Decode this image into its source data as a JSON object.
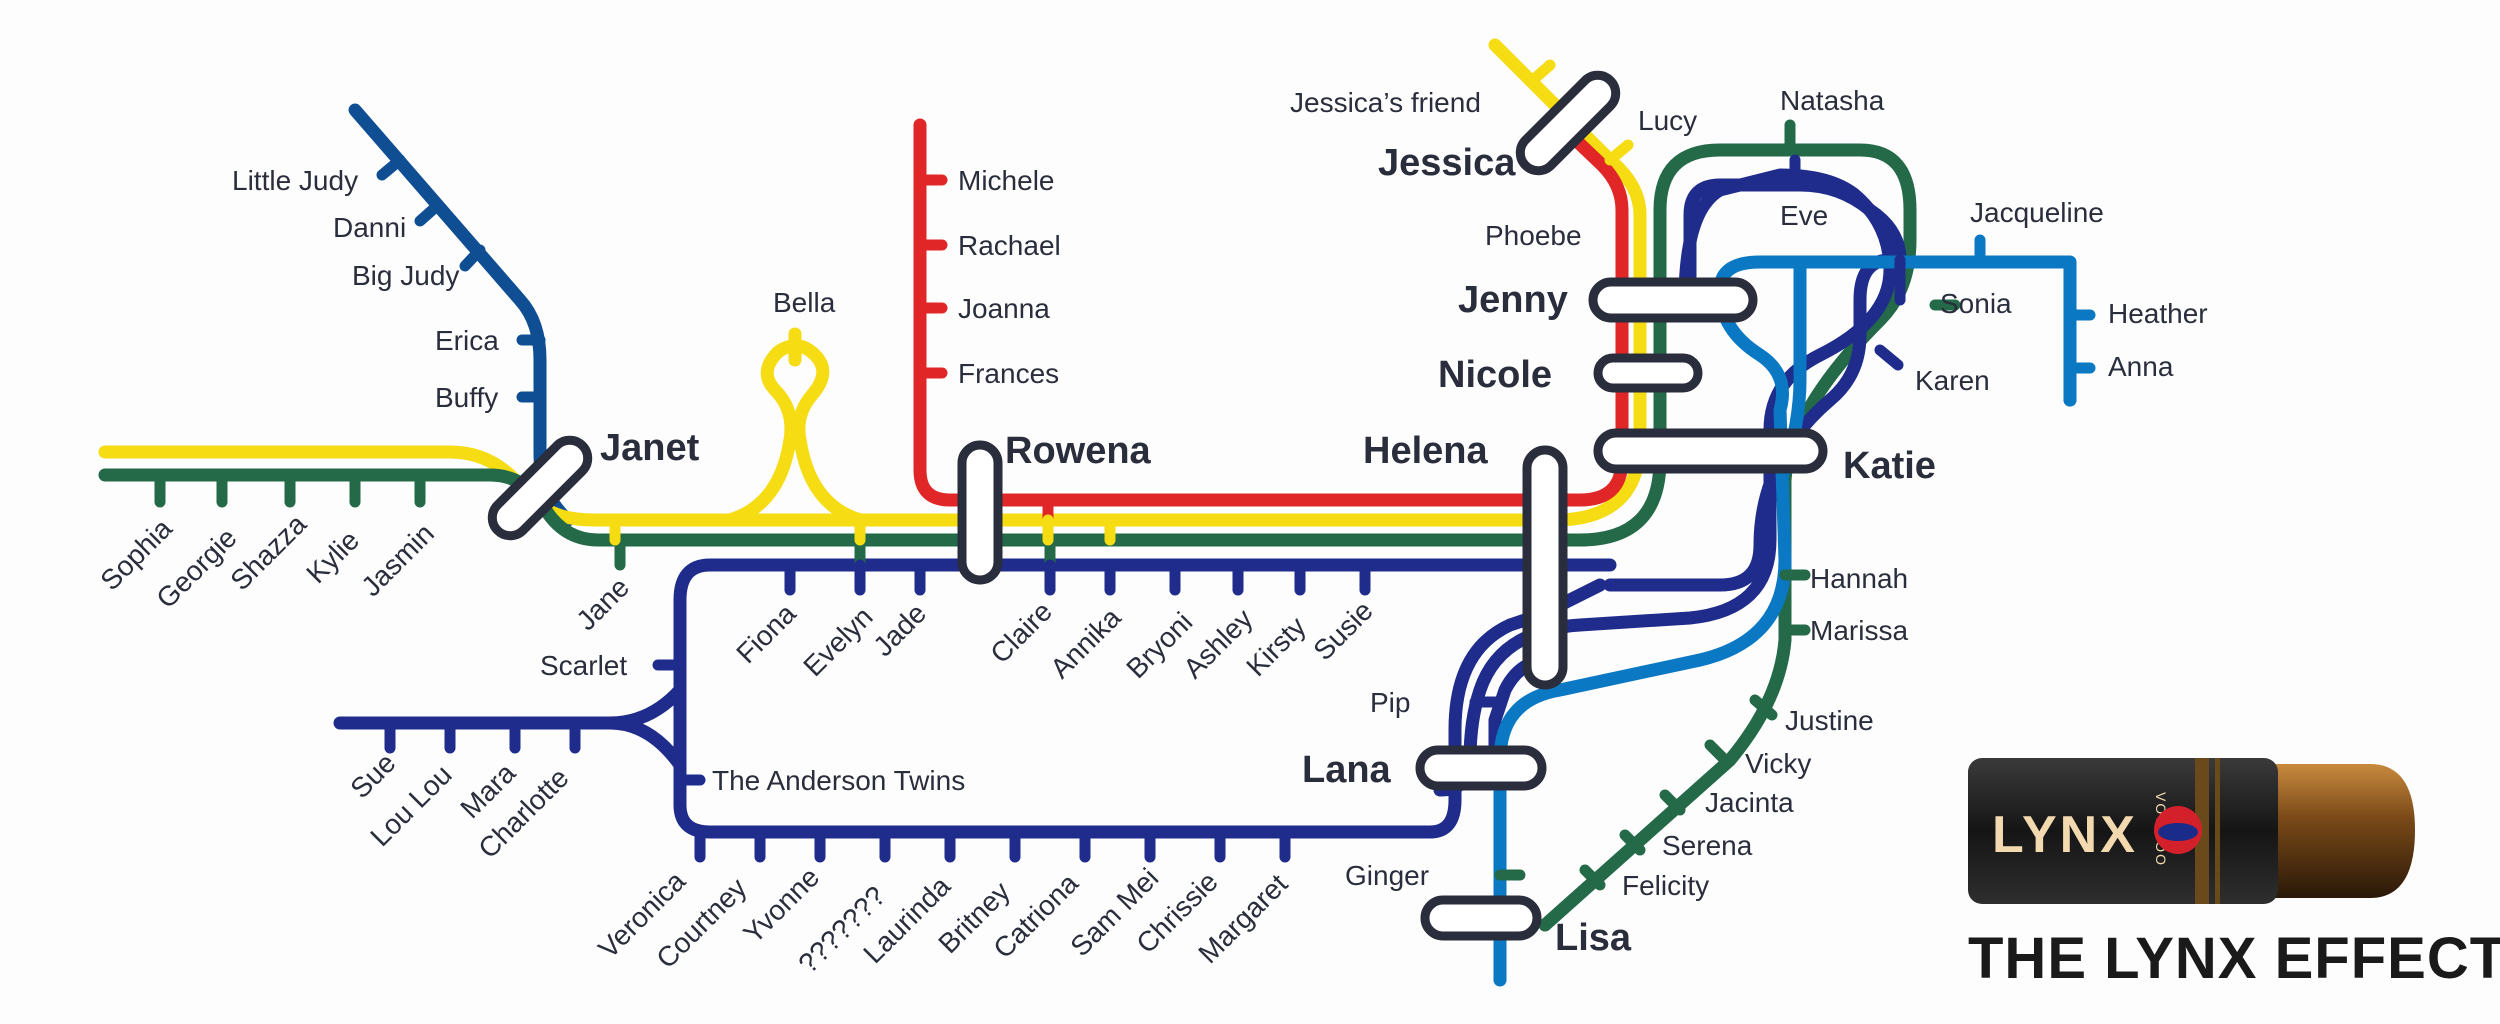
{
  "colors": {
    "yellow": "#f6dc12",
    "green": "#246a49",
    "navy": "#1f2c8c",
    "red": "#e02626",
    "blue": "#0a78c3",
    "dark_blue": "#104e93",
    "ink": "#2a2d3c"
  },
  "interchanges": {
    "janet": "Janet",
    "rowena": "Rowena",
    "helena": "Helena",
    "jessica": "Jessica",
    "jenny": "Jenny",
    "nicole": "Nicole",
    "katie": "Katie",
    "lana": "Lana",
    "lisa": "Lisa"
  },
  "stations": {
    "little_judy": "Little Judy",
    "danni": "Danni",
    "big_judy": "Big Judy",
    "erica": "Erica",
    "buffy": "Buffy",
    "sophia": "Sophia",
    "georgie": "Georgie",
    "shazza": "Shazza",
    "kylie": "Kylie",
    "jasmin": "Jasmin",
    "jane": "Jane",
    "bella": "Bella",
    "michele": "Michele",
    "rachael": "Rachael",
    "joanna": "Joanna",
    "frances": "Frances",
    "fiona": "Fiona",
    "evelyn": "Evelyn",
    "jade": "Jade",
    "claire": "Claire",
    "annika": "Annika",
    "bryoni": "Bryoni",
    "ashley": "Ashley",
    "kirsty": "Kirsty",
    "susie": "Susie",
    "scarlet": "Scarlet",
    "anderson_twins": "The Anderson Twins",
    "sue": "Sue",
    "lou_lou": "Lou Lou",
    "mara": "Mara",
    "charlotte": "Charlotte",
    "veronica": "Veronica",
    "courtney": "Courtney",
    "yvonne": "Yvonne",
    "unknown": "???????",
    "laurinda": "Laurinda",
    "britney": "Britney",
    "catriona": "Catriona",
    "sam_mei": "Sam Mei",
    "chrissie": "Chrissie",
    "margaret": "Margaret",
    "jessicas_friend": "Jessica’s friend",
    "lucy": "Lucy",
    "phoebe": "Phoebe",
    "natasha": "Natasha",
    "eve": "Eve",
    "jacqueline": "Jacqueline",
    "sonia": "Sonia",
    "heather": "Heather",
    "anna": "Anna",
    "karen": "Karen",
    "hannah": "Hannah",
    "marissa": "Marissa",
    "justine": "Justine",
    "vicky": "Vicky",
    "jacinta": "Jacinta",
    "serena": "Serena",
    "felicity": "Felicity",
    "pip": "Pip",
    "ginger": "Ginger"
  },
  "ad": {
    "brand": "LYNX",
    "variant": "VOODOO",
    "tagline": "THE LYNX EFFECT"
  }
}
